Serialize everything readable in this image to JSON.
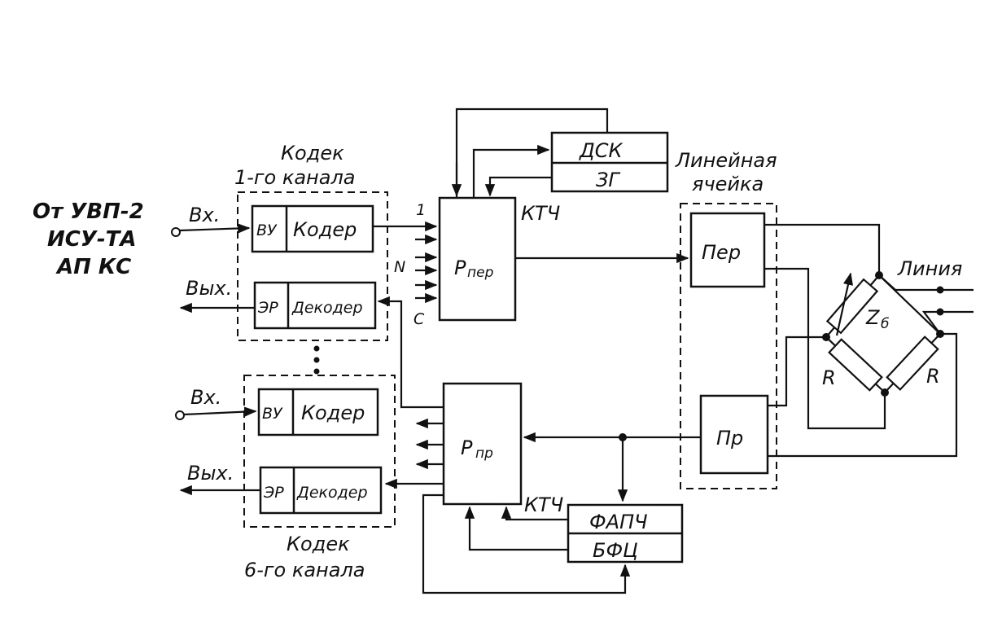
{
  "source": {
    "line1": "От УВП-2",
    "line2": "ИСУ-ТА",
    "line3": "АП КС"
  },
  "codec1": {
    "title1": "Кодек",
    "title2": "1-го канала",
    "in_label": "Вх.",
    "out_label": "Вых.",
    "vu": "ВУ",
    "coder": "Кодер",
    "er": "ЭР",
    "decoder": "Декодер"
  },
  "codec6": {
    "title1": "Кодек",
    "title2": "6-го канала",
    "in_label": "Вх.",
    "out_label": "Вых.",
    "vu": "ВУ",
    "coder": "Кодер",
    "er": "ЭР",
    "decoder": "Декодер"
  },
  "r_per": {
    "main": "P",
    "sub": "пер",
    "in1": "1",
    "inN": "N",
    "inC": "C",
    "ktch": "КТЧ"
  },
  "r_pr": {
    "main": "P",
    "sub": "пр",
    "ktch": "КТЧ"
  },
  "dsk": "ДСК",
  "zg": "ЗГ",
  "fapch": "ФАПЧ",
  "bfc": "БФЦ",
  "line_cell": {
    "title1": "Линейная",
    "title2": "ячейка",
    "per": "Пер",
    "pr": "Пр"
  },
  "bridge": {
    "z_main": "Z",
    "z_sub": "б",
    "r1": "R",
    "r2": "R"
  },
  "line_label": "Линия"
}
